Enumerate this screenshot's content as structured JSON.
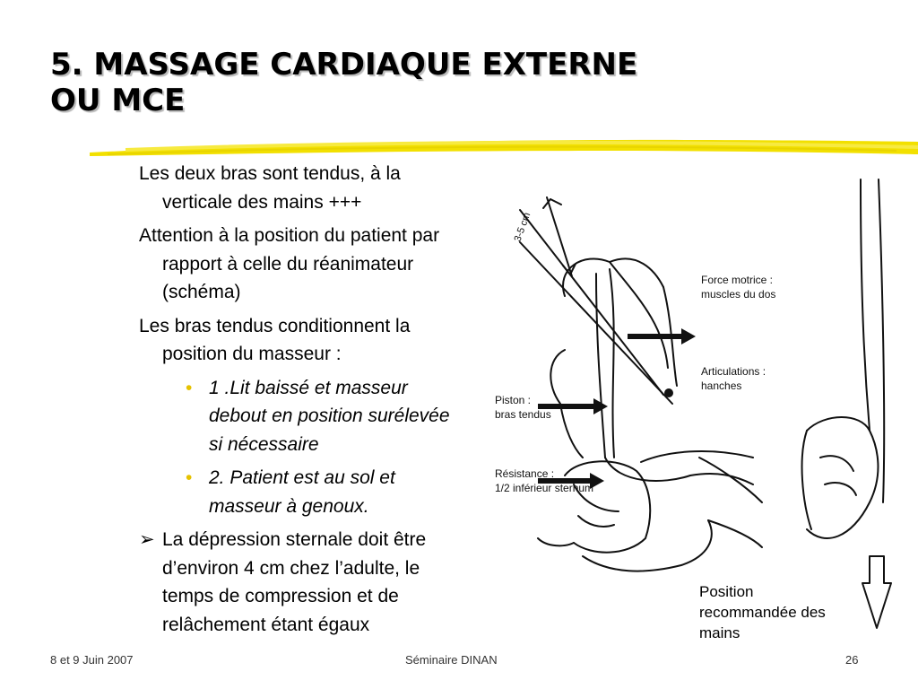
{
  "title": {
    "line1": "5. MASSAGE CARDIAQUE EXTERNE",
    "line2": "OU MCE"
  },
  "bullets": [
    "Les deux bras sont tendus,  à la verticale des mains +++",
    "Attention à la position du patient par rapport à celle du réanimateur (schéma)",
    "Les bras tendus conditionnent la position du masseur :"
  ],
  "sub_bullets": [
    "1 .Lit baissé et masseur debout en position surélevée si nécessaire",
    "2. Patient est au sol et masseur à genoux."
  ],
  "final_point": "La dépression sternale doit être d’environ 4 cm chez l’adulte, le temps de compression et de relâchement étant égaux",
  "diagram_labels": {
    "depth": "3-5 cm",
    "force_1": "Force motrice :",
    "force_2": "muscles du dos",
    "articul_1": "Articulations :",
    "articul_2": "hanches",
    "piston_1": "Piston :",
    "piston_2": "bras tendus",
    "resist_1": "Résistance :",
    "resist_2": "1/2 inférieur sternum"
  },
  "caption": {
    "line1": "Position",
    "line2": "recommandée des",
    "line3": "mains"
  },
  "footer": {
    "date": "8 et 9 Juin 2007",
    "event": "Séminaire DINAN",
    "page": "26"
  },
  "colors": {
    "swoosh": "#f2e000",
    "bullet": "#e6c200"
  },
  "icons": {
    "sub_bullet": "bullet-dot-icon",
    "final_point": "arrow-bullet-icon"
  }
}
